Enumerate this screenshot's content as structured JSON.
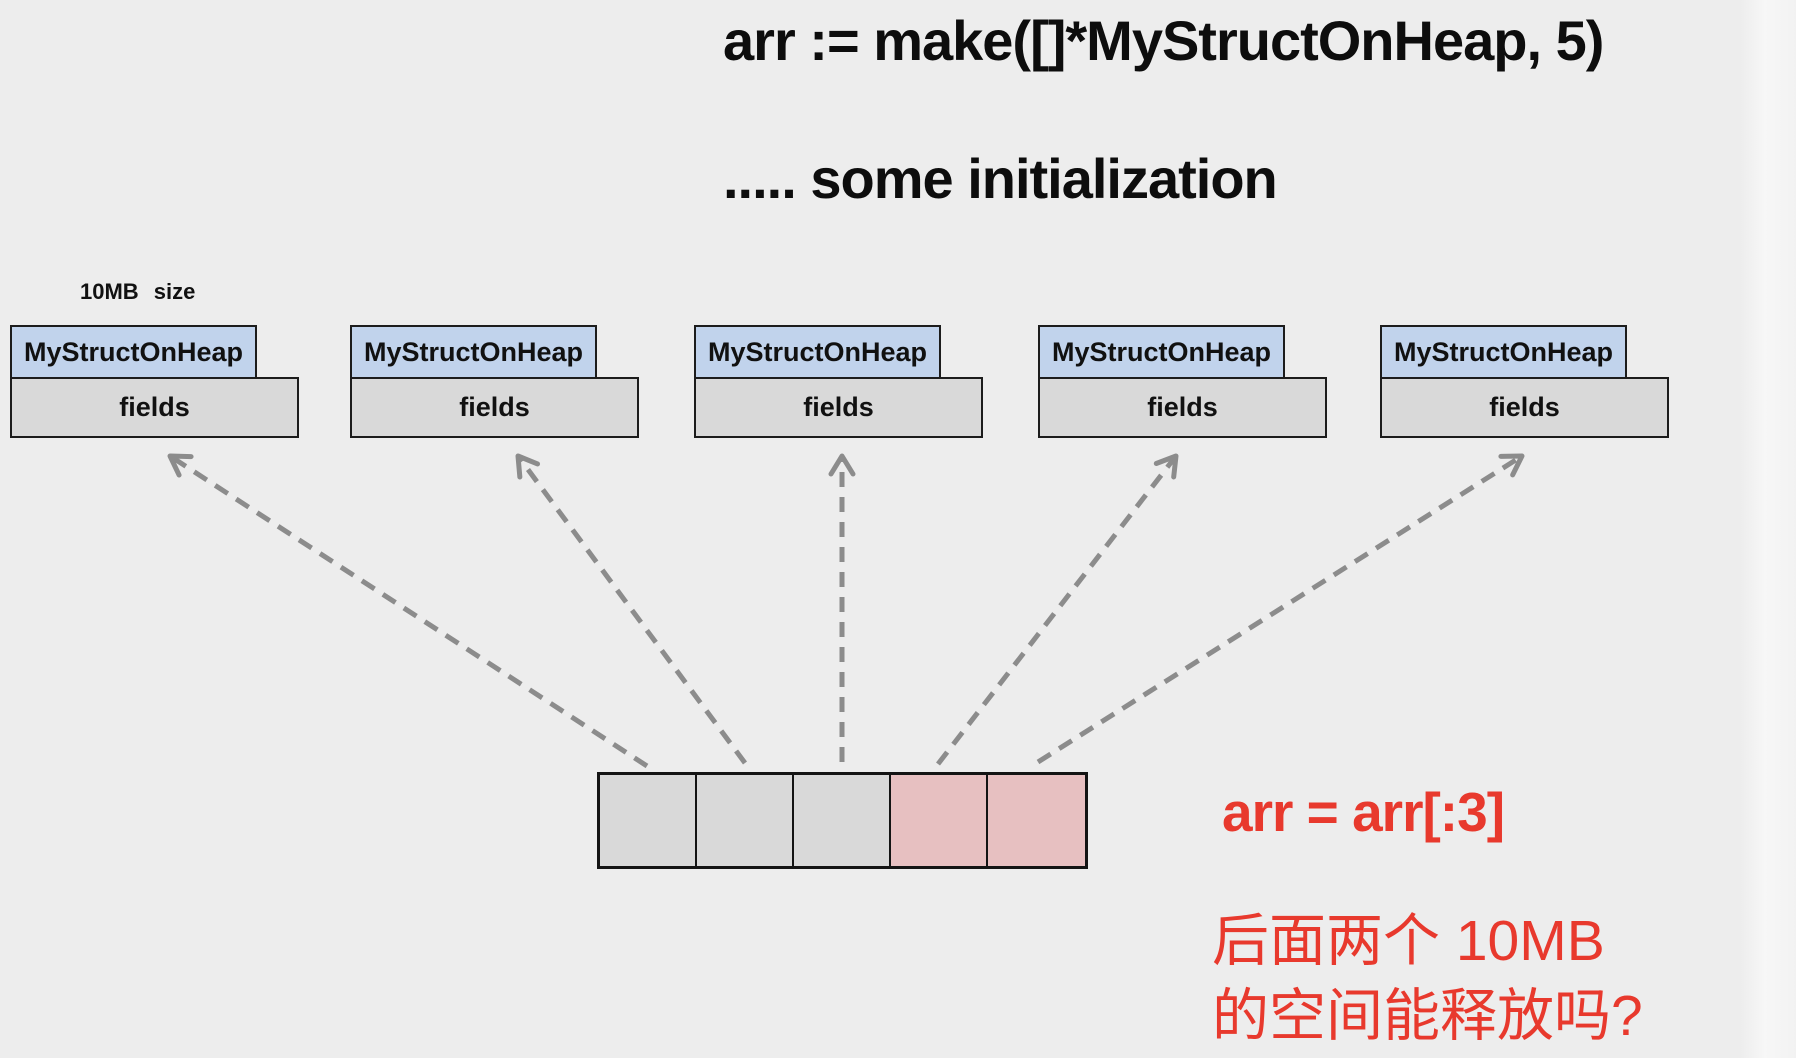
{
  "title": "arr := make([]*MyStructOnHeap, 5)",
  "subtitle": "..... some initialization",
  "size_label": "10MB size",
  "heap_objects": [
    {
      "title": "MyStructOnHeap",
      "fields_label": "fields"
    },
    {
      "title": "MyStructOnHeap",
      "fields_label": "fields"
    },
    {
      "title": "MyStructOnHeap",
      "fields_label": "fields"
    },
    {
      "title": "MyStructOnHeap",
      "fields_label": "fields"
    },
    {
      "title": "MyStructOnHeap",
      "fields_label": "fields"
    }
  ],
  "slice": {
    "cell_count": 5,
    "cell_states": [
      "kept",
      "kept",
      "kept",
      "dropped",
      "dropped"
    ]
  },
  "annotation": {
    "code": "arr = arr[:3]",
    "question_line1": "后面两个 10MB",
    "question_line2": "的空间能释放吗?"
  },
  "colors": {
    "background": "#ededed",
    "struct_header": "#c1d3ec",
    "struct_body": "#d9d9d9",
    "kept_cell": "#d9d9d9",
    "freed_cell": "#e7c0c1",
    "arrow": "#8c8c8c",
    "annotation_red": "#e8392d",
    "border": "#1c1c1c"
  }
}
